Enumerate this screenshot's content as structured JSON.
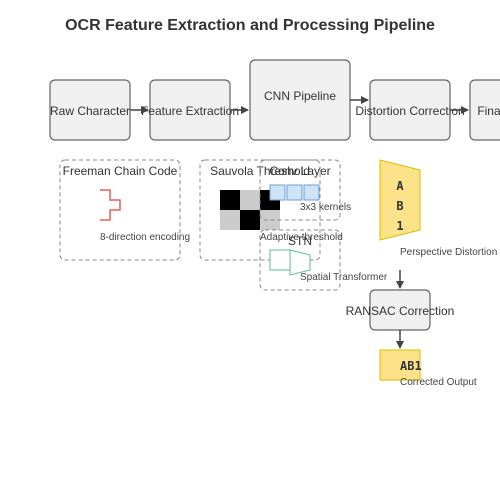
{
  "title": "OCR Feature Extraction and Processing Pipeline",
  "stages": [
    {
      "label": "Raw Character"
    },
    {
      "label": "Feature Extraction"
    },
    {
      "label": "CNN Pipeline"
    },
    {
      "label": "Distortion Correction"
    },
    {
      "label": "Final Output"
    }
  ],
  "freeman": {
    "title": "Freeman Chain Code",
    "caption": "8-direction encoding",
    "stroke_color": "#e06060"
  },
  "sauvola": {
    "title": "Sauvola Threshold",
    "caption": "Adaptive threshold"
  },
  "conv": {
    "title": "Conv Layer",
    "caption": "3x3 kernels"
  },
  "stn": {
    "title": "STN",
    "caption": "Spatial Transformer"
  },
  "perspective": {
    "chars": [
      "A",
      "B",
      "1"
    ],
    "caption": "Perspective Distortion",
    "fill_color": "#fce38a"
  },
  "ransac": {
    "label": "RANSAC Correction"
  },
  "corrected": {
    "text": "AB1",
    "caption": "Corrected Output"
  },
  "colors": {
    "kernel_fill": "#cfe3f7",
    "kernel_stroke": "#6a9fd0",
    "stn_stroke": "#5fbf8f",
    "yellow_stroke": "#e0b800"
  }
}
